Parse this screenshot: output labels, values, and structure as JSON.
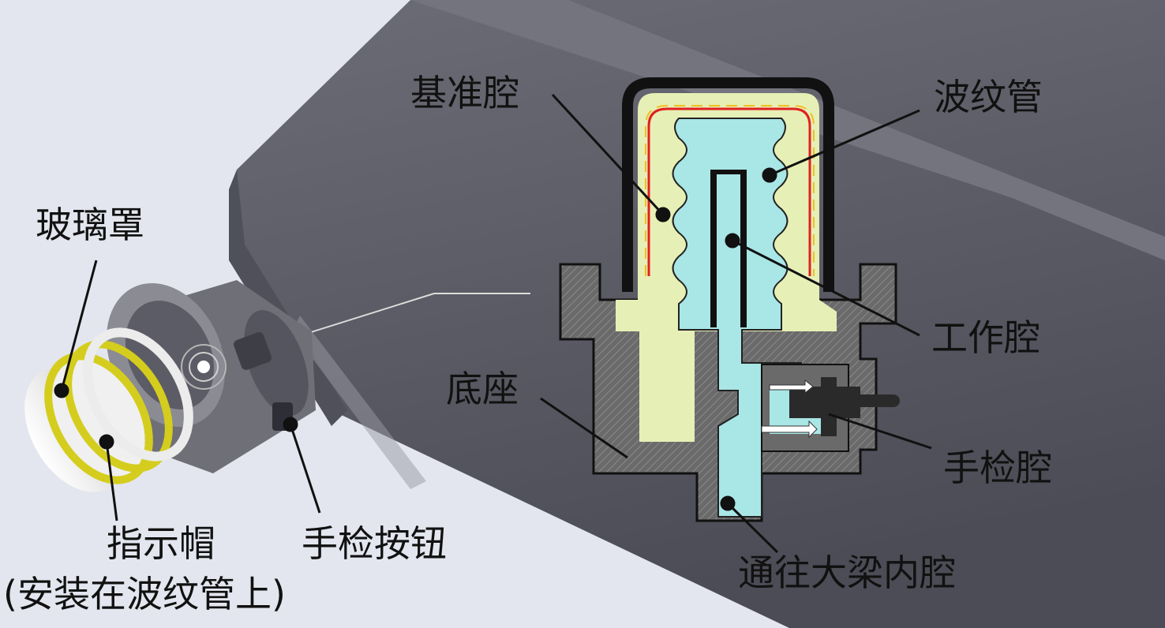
{
  "labels": {
    "reference_chamber": "基准腔",
    "bellows": "波纹管",
    "glass_cover": "玻璃罩",
    "working_chamber": "工作腔",
    "base": "底座",
    "manual_check_chamber": "手检腔",
    "indicator_cap": "指示帽",
    "indicator_cap_note": "(安装在波纹管上)",
    "manual_check_button": "手检按钮",
    "to_beam_cavity": "通往大梁内腔"
  },
  "colors": {
    "background": "#e3e6ee",
    "beam": "#5e5e68",
    "reference_fill": "#e6efb5",
    "working_fill": "#a9e6e6",
    "hatch_body": "#6b6b6b",
    "indicator_yellow": "#e8e02c",
    "red_line": "#e02020"
  }
}
